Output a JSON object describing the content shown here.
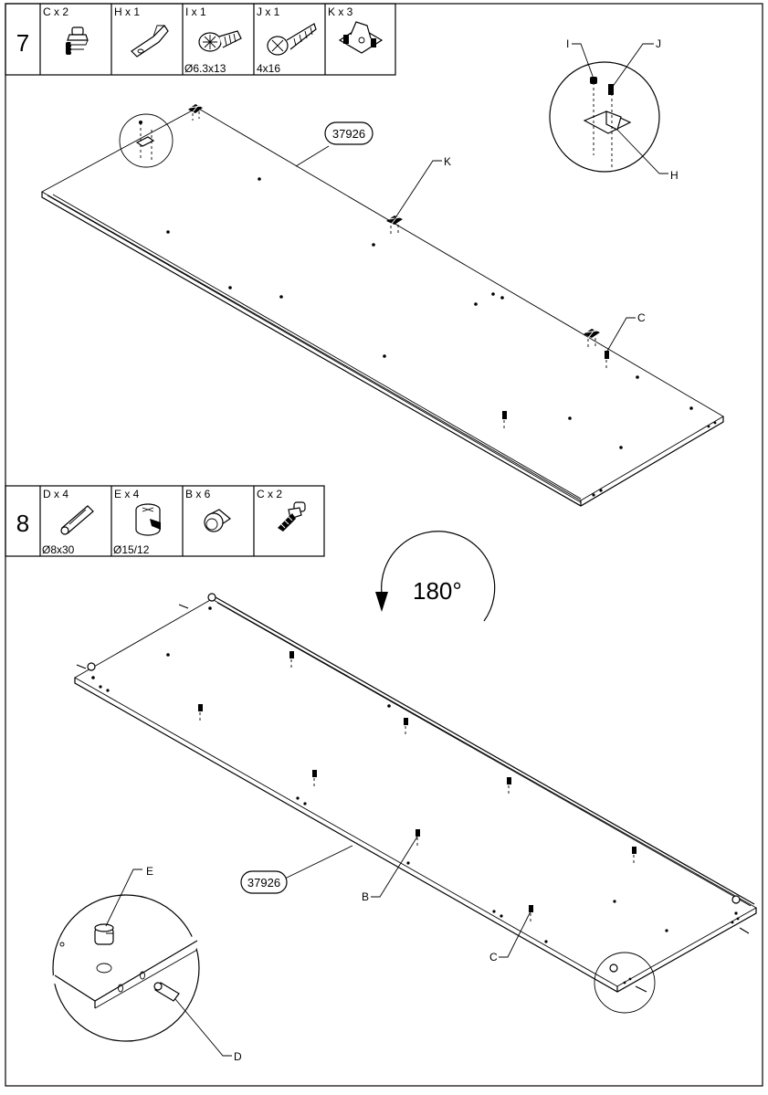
{
  "step7": {
    "number": "7",
    "parts": [
      {
        "label": "C x 2",
        "size": "",
        "icon": "cam-bolt-icon"
      },
      {
        "label": "H x 1",
        "size": "",
        "icon": "bracket-icon"
      },
      {
        "label": "I x 1",
        "size": "Ø6.3x13",
        "icon": "pozi-screw-icon"
      },
      {
        "label": "J x 1",
        "size": "4x16",
        "icon": "countersunk-screw-icon"
      },
      {
        "label": "K x 3",
        "size": "",
        "icon": "hinge-plate-icon"
      }
    ],
    "panel_code": "37926",
    "callouts": {
      "K": "K",
      "C": "C",
      "I": "I",
      "J": "J",
      "H": "H"
    }
  },
  "step8": {
    "number": "8",
    "parts": [
      {
        "label": "D x 4",
        "size": "Ø8x30",
        "icon": "dowel-icon"
      },
      {
        "label": "E x 4",
        "size": "Ø15/12",
        "icon": "cam-lock-icon"
      },
      {
        "label": "B x 6",
        "size": "",
        "icon": "shelf-pin-icon"
      },
      {
        "label": "C x 2",
        "size": "",
        "icon": "cam-bolt-icon"
      }
    ],
    "rotation": "180°",
    "panel_code": "37926",
    "callouts": {
      "B": "B",
      "C": "C",
      "E": "E",
      "D": "D"
    }
  }
}
